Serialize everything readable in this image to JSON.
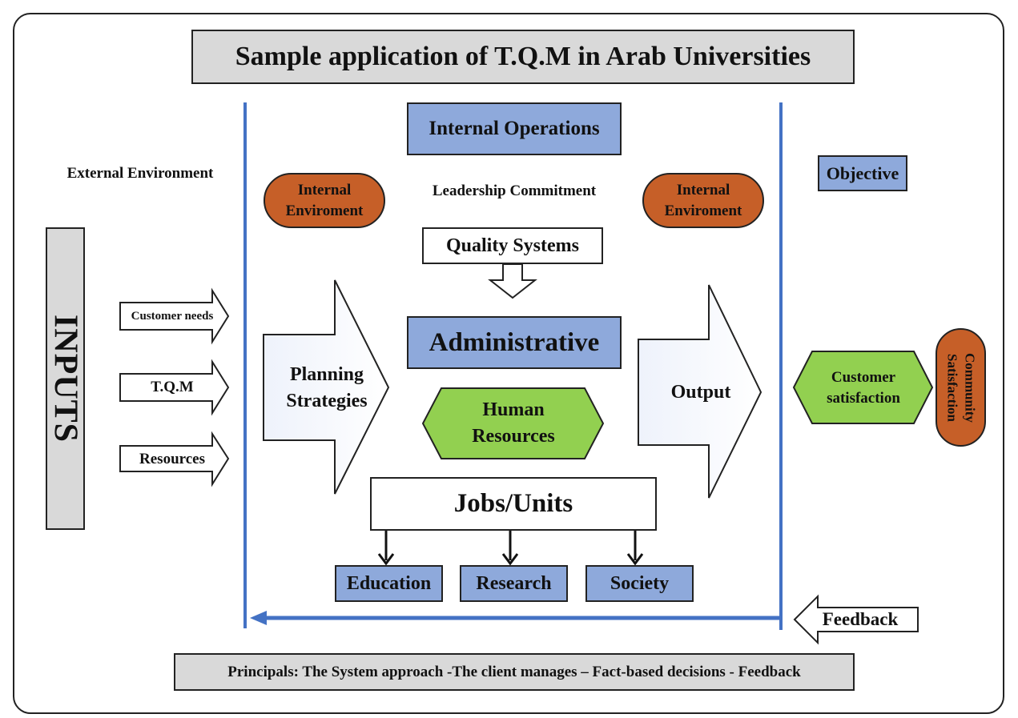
{
  "title": "Sample application of T.Q.M in Arab Universities",
  "external_environment": "External Environment",
  "internal_operations": "Internal Operations",
  "internal_environment_left": "Internal Enviroment",
  "internal_environment_right": "Internal Enviroment",
  "leadership_commitment": "Leadership Commitment",
  "quality_systems": "Quality Systems",
  "administrative": "Administrative",
  "human_resources": "Human Resources",
  "planning_strategies": "Planning Strategies",
  "output": "Output",
  "jobs_units": "Jobs/Units",
  "units": [
    "Education",
    "Research",
    "Society"
  ],
  "inputs_label": "INPUTS",
  "inputs": [
    "Customer needs",
    "T.Q.M",
    "Resources"
  ],
  "objective": "Objective",
  "customer_satisfaction": "Customer satisfaction",
  "community_satisfaction": "Community Satisfaction",
  "feedback": "Feedback",
  "principles": "Principals: The System approach -The client manages – Fact-based decisions - Feedback",
  "colors": {
    "blue_box": "#8ea9db",
    "orange_pill": "#c65f28",
    "green_hex": "#92d050",
    "gray_box": "#d9d9d9",
    "line_blue": "#4472c4"
  }
}
